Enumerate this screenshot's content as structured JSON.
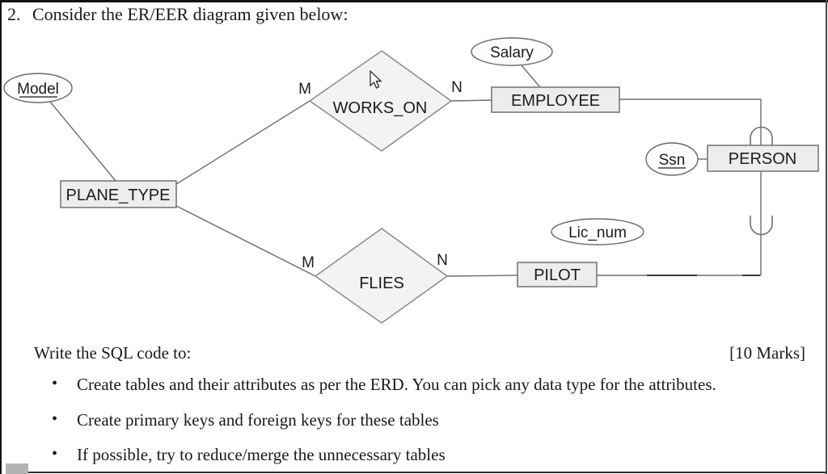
{
  "window": {
    "title_number": "2.",
    "title": "Consider the ER/EER diagram given below:"
  },
  "diagram": {
    "type": "er-eer-diagram",
    "entities": {
      "plane_type": "PLANE_TYPE",
      "employee": "EMPLOYEE",
      "person": "PERSON",
      "pilot": "PILOT"
    },
    "relationships": {
      "works_on": "WORKS_ON",
      "flies": "FLIES"
    },
    "attributes": {
      "model": "Model",
      "salary": "Salary",
      "ssn": "Ssn",
      "lic_num": "Lic_num"
    },
    "key_attributes_underlined": [
      "Model",
      "Ssn"
    ],
    "cardinality": {
      "works_on_left": "M",
      "works_on_right": "N",
      "flies_left": "M",
      "flies_right": "N"
    },
    "colors": {
      "entity_fill": "#ededed",
      "diamond_fill": "#f3f3f3",
      "shape_stroke": "#7a7a7a",
      "connector": "#6e6e6e"
    }
  },
  "footer": {
    "prompt": "Write the SQL code to:",
    "marks": "[10 Marks]",
    "bullets": [
      "Create tables and their attributes as per the ERD. You can pick any data type for the attributes.",
      "Create primary keys and foreign keys for these tables",
      "If possible, try to reduce/merge the unnecessary tables"
    ]
  }
}
